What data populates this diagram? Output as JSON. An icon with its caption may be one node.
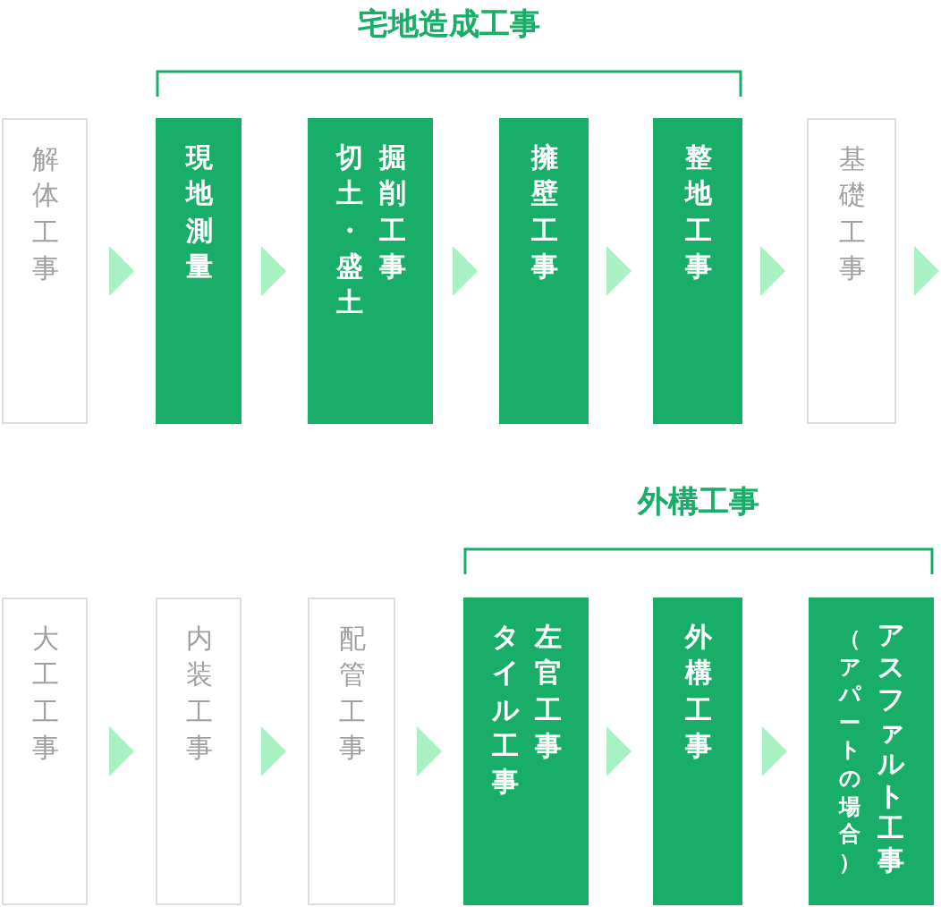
{
  "diagram": {
    "nodes": [
      {
        "text": [
          "解体工事"
        ]
      },
      {
        "text": [
          "現地測量"
        ]
      },
      {
        "text": [
          "切土・盛土",
          "掘削工事"
        ]
      },
      {
        "text": [
          "擁壁工事"
        ]
      },
      {
        "text": [
          "整地工事"
        ]
      },
      {
        "text": [
          "基礎工事"
        ]
      },
      {
        "text": [
          "大工工事"
        ]
      },
      {
        "text": [
          "内装工事"
        ]
      },
      {
        "text": [
          "配管工事"
        ]
      },
      {
        "text": [
          "タイル工事",
          "左官工事"
        ]
      },
      {
        "text": [
          "外構工事"
        ]
      },
      {
        "text": [
          "（アパートの場合）",
          "アスファルト工事"
        ]
      }
    ],
    "edges": [
      {
        "from": 0,
        "to": 1,
        "arrow": "to"
      },
      {
        "from": 1,
        "to": 2,
        "arrow": "to"
      },
      {
        "from": 2,
        "to": 3,
        "arrow": "to"
      },
      {
        "from": 3,
        "to": 4,
        "arrow": "to"
      },
      {
        "from": 4,
        "to": 5,
        "arrow": "to"
      },
      {
        "from": 5,
        "to": null,
        "arrow": "to"
      },
      {
        "from": 6,
        "to": 7,
        "arrow": "to"
      },
      {
        "from": 7,
        "to": 8,
        "arrow": "to"
      },
      {
        "from": 8,
        "to": 9,
        "arrow": "to"
      },
      {
        "from": 9,
        "to": 10,
        "arrow": "to"
      },
      {
        "from": 10,
        "to": 11,
        "arrow": "to"
      }
    ],
    "labels": [
      "宅地造成工事",
      "外構工事"
    ]
  }
}
